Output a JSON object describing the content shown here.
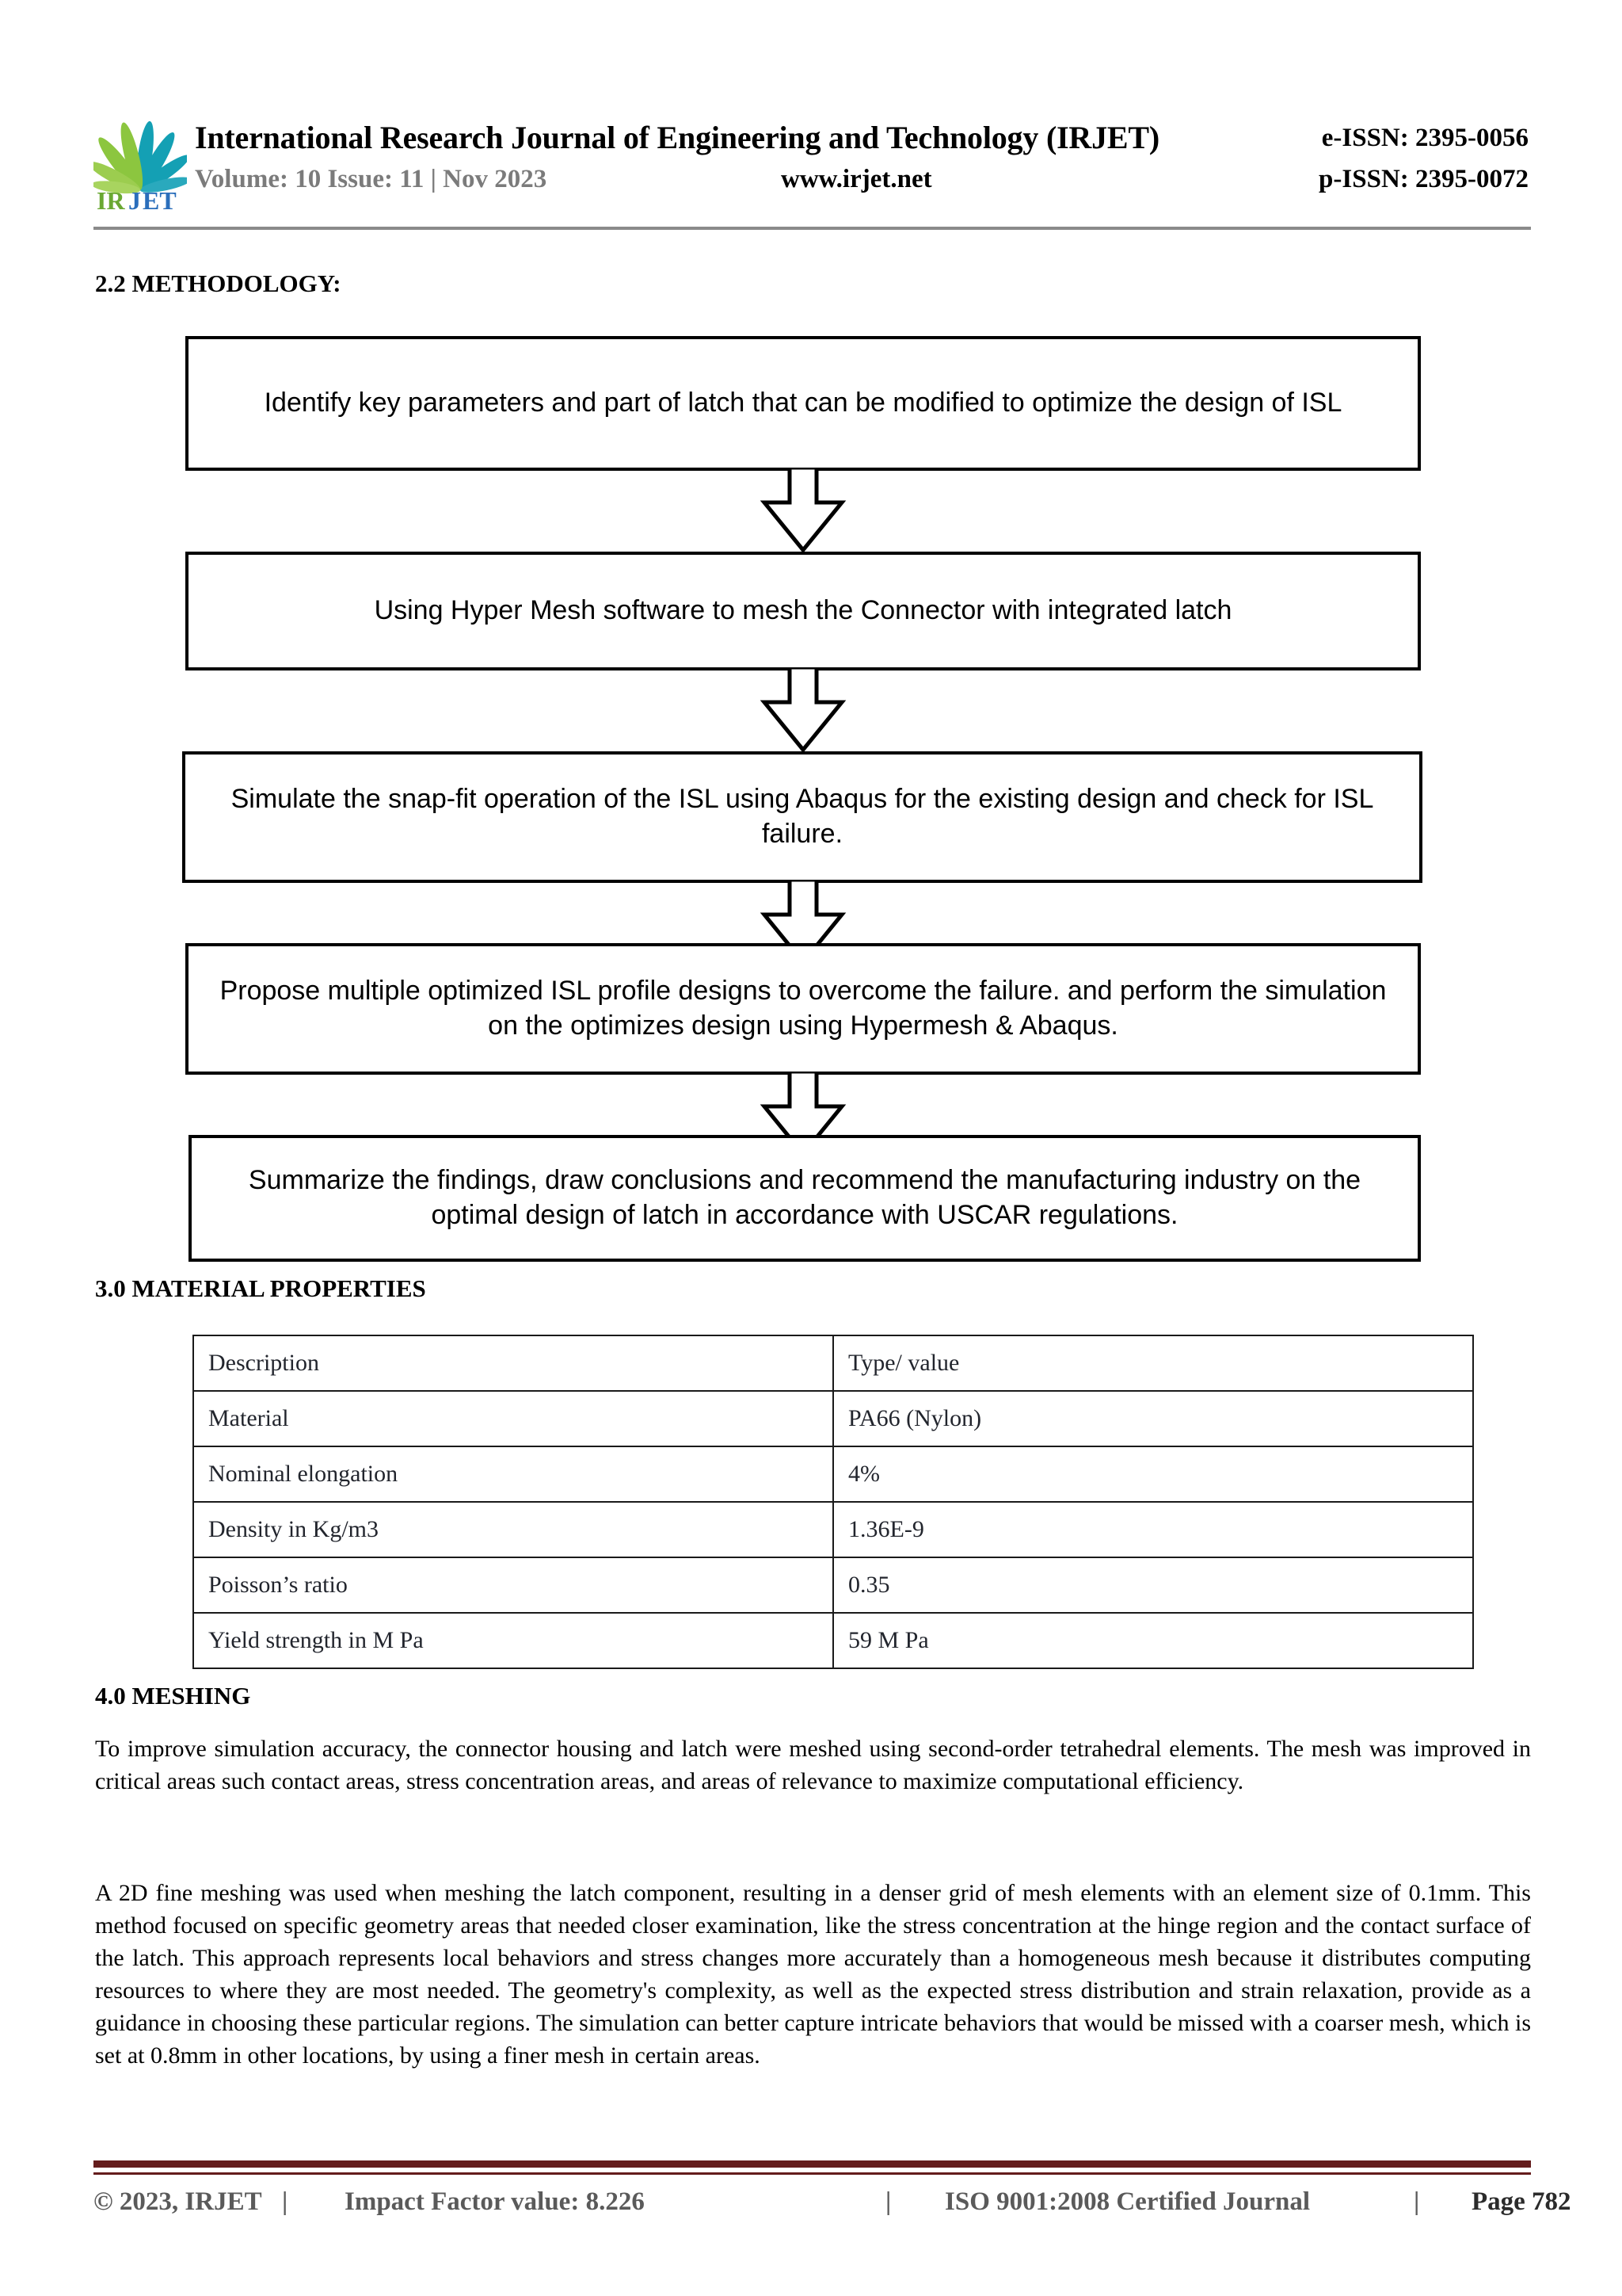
{
  "header": {
    "logo_alt": "IRJET logo",
    "logo_text_ir": "IR",
    "logo_text_j": "J",
    "logo_text_et": "ET",
    "journal_title": "International Research Journal of Engineering and Technology (IRJET)",
    "volume_line": "Volume: 10 Issue: 11 | Nov 2023",
    "website": "www.irjet.net",
    "e_issn": "e-ISSN: 2395-0056",
    "p_issn": "p-ISSN: 2395-0072",
    "colors": {
      "rule": "#8a8a8a",
      "volume_text": "#7b7b7b",
      "logo_green": "#8cc63f",
      "logo_teal": "#14a0b4",
      "logo_blue": "#2a6ebb"
    }
  },
  "sections": {
    "methodology_heading": "2.2 METHODOLOGY:",
    "material_heading": "3.0 MATERIAL PROPERTIES",
    "meshing_heading": "4.0 MESHING"
  },
  "flowchart": {
    "type": "vertical-flow",
    "arrow_icon": "down-arrow-icon",
    "steps": [
      {
        "id": "step-1",
        "text": "Identify key parameters and part of latch that can be modified to optimize the design of ISL"
      },
      {
        "id": "step-2",
        "text": "Using Hyper Mesh software to mesh the Connector with integrated latch"
      },
      {
        "id": "step-3",
        "text": "Simulate the snap-fit operation of the ISL using Abaqus for the existing design and check for ISL failure."
      },
      {
        "id": "step-4",
        "text": "Propose multiple optimized ISL profile designs to overcome the  failure. and perform the simulation on the optimizes design using Hypermesh & Abaqus."
      },
      {
        "id": "step-5",
        "text": "Summarize the findings, draw conclusions and recommend the manufacturing industry on the optimal design of latch in accordance with USCAR regulations."
      }
    ]
  },
  "material_table": {
    "headers": [
      "Description",
      "Type/ value"
    ],
    "rows": [
      [
        "Material",
        "PA66 (Nylon)"
      ],
      [
        "Nominal elongation",
        "4%"
      ],
      [
        "Density in Kg/m3",
        "1.36E-9"
      ],
      [
        "Poisson’s ratio",
        "0.35"
      ],
      [
        "Yield strength in M Pa",
        "59 M Pa"
      ]
    ]
  },
  "body": {
    "paragraph_1": "To improve simulation accuracy, the connector housing and latch were meshed using second-order tetrahedral elements. The mesh was improved in critical areas such contact areas, stress concentration areas, and areas of relevance to maximize computational efficiency.",
    "paragraph_2": "A 2D fine meshing was used when meshing the latch component, resulting in a denser grid of mesh elements with an element size of 0.1mm. This method focused on specific geometry areas that needed closer examination, like the stress concentration at the hinge region and the contact surface of the latch. This approach represents local behaviors and stress changes more accurately than a homogeneous mesh because it distributes computing resources to where they are most needed. The geometry's complexity, as well as the expected stress distribution and strain relaxation, provide as a guidance in choosing these particular regions. The simulation can better capture intricate behaviors that would be missed with a coarser mesh, which is set at 0.8mm in other locations, by using a finer mesh in certain areas."
  },
  "footer": {
    "copyright": "© 2023, IRJET",
    "separator": "|",
    "impact_factor": "Impact Factor value: 8.226",
    "certification": "ISO 9001:2008 Certified Journal",
    "page": "Page 782",
    "rule_color": "#641c1c"
  }
}
